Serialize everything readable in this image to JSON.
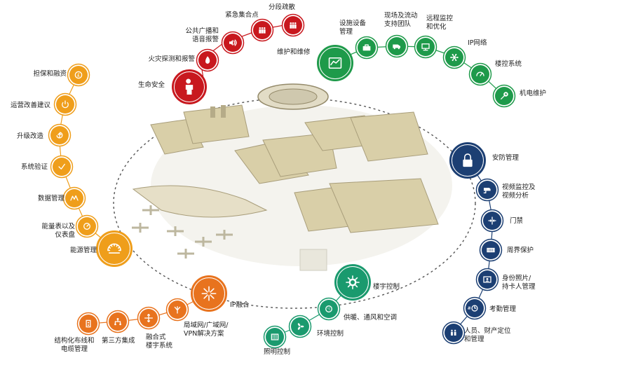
{
  "colors": {
    "safety": "#c8181e",
    "maint": "#1e9a4a",
    "security": "#1c3f73",
    "energy": "#ef9e1b",
    "ip": "#e8731e",
    "env": "#1a9a6e"
  },
  "safety": {
    "main": {
      "label": "生命安全",
      "icon": "person-icon"
    },
    "items": [
      {
        "label": "火灾探测和报警",
        "icon": "flame-icon"
      },
      {
        "label": "公共广播和\n语音报警",
        "icon": "speaker-icon"
      },
      {
        "label": "紧急集合点",
        "icon": "group-icon"
      },
      {
        "label": "分段疏散",
        "icon": "group-icon"
      }
    ]
  },
  "maintenance": {
    "main": {
      "label": "维护和维修",
      "icon": "monitor-panel-icon"
    },
    "items": [
      {
        "label": "设施设备\n管理",
        "icon": "toolbox-icon"
      },
      {
        "label": "现场及流动\n支持团队",
        "icon": "service-van-icon"
      },
      {
        "label": "远程监控\n和优化",
        "icon": "computer-icon"
      },
      {
        "label": "IP网络",
        "icon": "network-icon"
      },
      {
        "label": "楼控系统",
        "icon": "gauge-icon"
      },
      {
        "label": "机电维护",
        "icon": "wrench-icon"
      }
    ]
  },
  "security": {
    "main": {
      "label": "安防管理",
      "icon": "padlock-icon"
    },
    "items": [
      {
        "label": "视频监控及\n视频分析",
        "icon": "cctv-camera-icon"
      },
      {
        "label": "门禁",
        "icon": "door-access-icon"
      },
      {
        "label": "周界保护",
        "icon": "fence-icon"
      },
      {
        "label": "身份照片/\n持卡人管理",
        "icon": "id-card-icon"
      },
      {
        "label": "考勤管理",
        "icon": "clock-icon"
      },
      {
        "label": "人员、财产定位\n和管理",
        "icon": "locate-people-icon"
      }
    ]
  },
  "energy": {
    "main": {
      "label": "能源管理",
      "icon": "meter-dial-icon"
    },
    "items": [
      {
        "label": "能量表以及\n仪表盘",
        "icon": "dial-numbers-icon"
      },
      {
        "label": "数据管理",
        "icon": "graph-icon"
      },
      {
        "label": "系统验证",
        "icon": "check-icon"
      },
      {
        "label": "升级改造",
        "icon": "upgrade-icon"
      },
      {
        "label": "运营改善建议",
        "icon": "power-icon"
      },
      {
        "label": "担保和融资",
        "icon": "pound-icon"
      }
    ]
  },
  "ip": {
    "main": {
      "label": "IP融合",
      "icon": "arrows-converge-icon"
    },
    "items": [
      {
        "label": "局域网/广域网/\nVPN解决方案",
        "icon": "branch-arrows-icon"
      },
      {
        "label": "融合式\n楼宇系统",
        "icon": "four-arrows-icon"
      },
      {
        "label": "第三方集成",
        "icon": "hierarchy-icon"
      },
      {
        "label": "结构化布线和\n电缆管理",
        "icon": "socket-icon"
      }
    ]
  },
  "building_control": {
    "main": {
      "label": "楼宇控制",
      "icon": "gear-icon"
    },
    "items": [
      {
        "label": "供暖、通风和空调",
        "icon": "hvac-icon"
      },
      {
        "label": "环境控制",
        "icon": "fan-icon"
      },
      {
        "label": "照明控制",
        "icon": "lighting-panel-icon"
      }
    ]
  }
}
